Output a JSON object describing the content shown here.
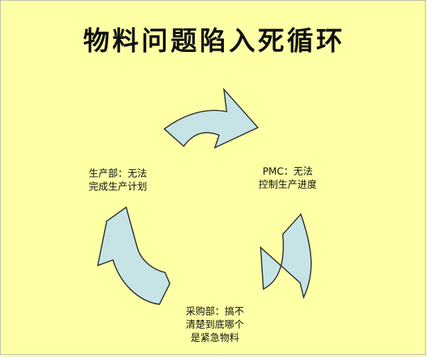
{
  "title": "物料问题陷入死循环",
  "nodes": {
    "production": {
      "line1": "生产部：无法",
      "line2": "完成生产计划"
    },
    "pmc": {
      "line1": "PMC：无法",
      "line2": "控制生产进度"
    },
    "purchasing": {
      "line1": "采购部：搞不",
      "line2": "清楚到底哪个",
      "line3": "是紧急物料"
    }
  },
  "colors": {
    "background": "#ffffa5",
    "arrow_fill": "#c6e4e6",
    "arrow_stroke": "#2d2d2d",
    "text": "#111111"
  }
}
